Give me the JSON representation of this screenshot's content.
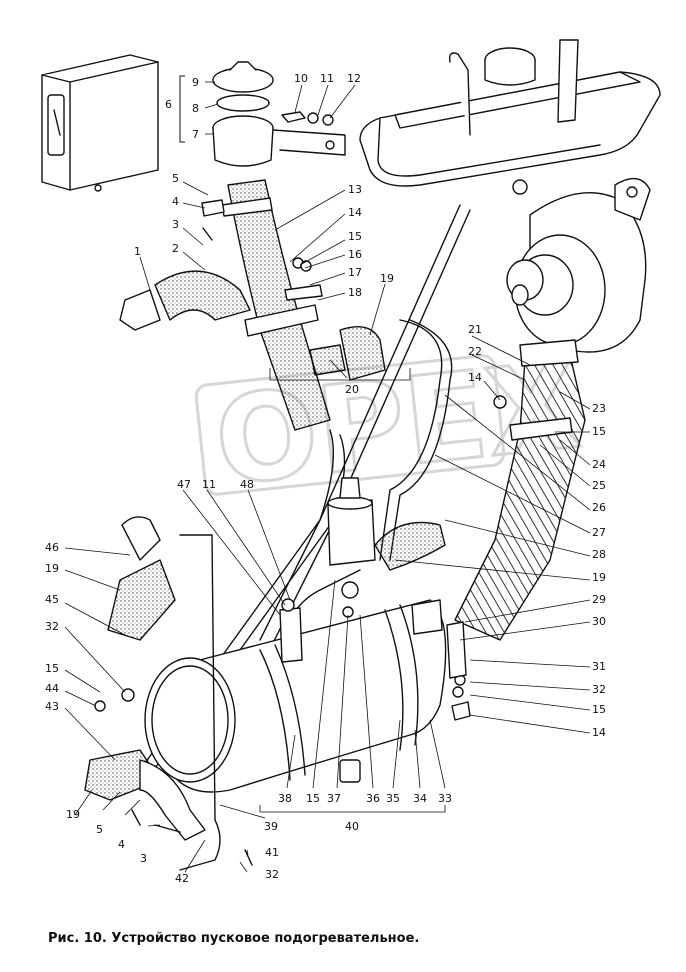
{
  "caption": "Рис. 10. Устройство пусковое подогревательное.",
  "watermark": "OPEX",
  "callouts": [
    "1",
    "2",
    "3",
    "4",
    "5",
    "6",
    "7",
    "8",
    "9",
    "10",
    "11",
    "12",
    "13",
    "14",
    "15",
    "16",
    "17",
    "18",
    "19",
    "20",
    "21",
    "22",
    "23",
    "24",
    "25",
    "26",
    "27",
    "28",
    "29",
    "30",
    "31",
    "32",
    "33",
    "34",
    "35",
    "36",
    "37",
    "38",
    "39",
    "40",
    "41",
    "42",
    "43",
    "44",
    "45",
    "46",
    "47",
    "48"
  ],
  "colors": {
    "line": "#111111",
    "hatch": "#555555",
    "background": "#ffffff",
    "watermark": "#bbbbbb"
  }
}
